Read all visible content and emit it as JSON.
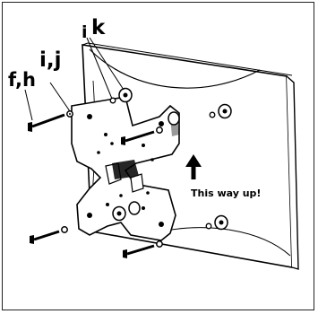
{
  "labels": {
    "part_i": "i",
    "part_k": "k",
    "part_f_h": "f,h",
    "part_i_j": "i,j"
  },
  "direction_note": "This way up!",
  "colors": {
    "ink": "#000000",
    "paper": "#ffffff"
  }
}
